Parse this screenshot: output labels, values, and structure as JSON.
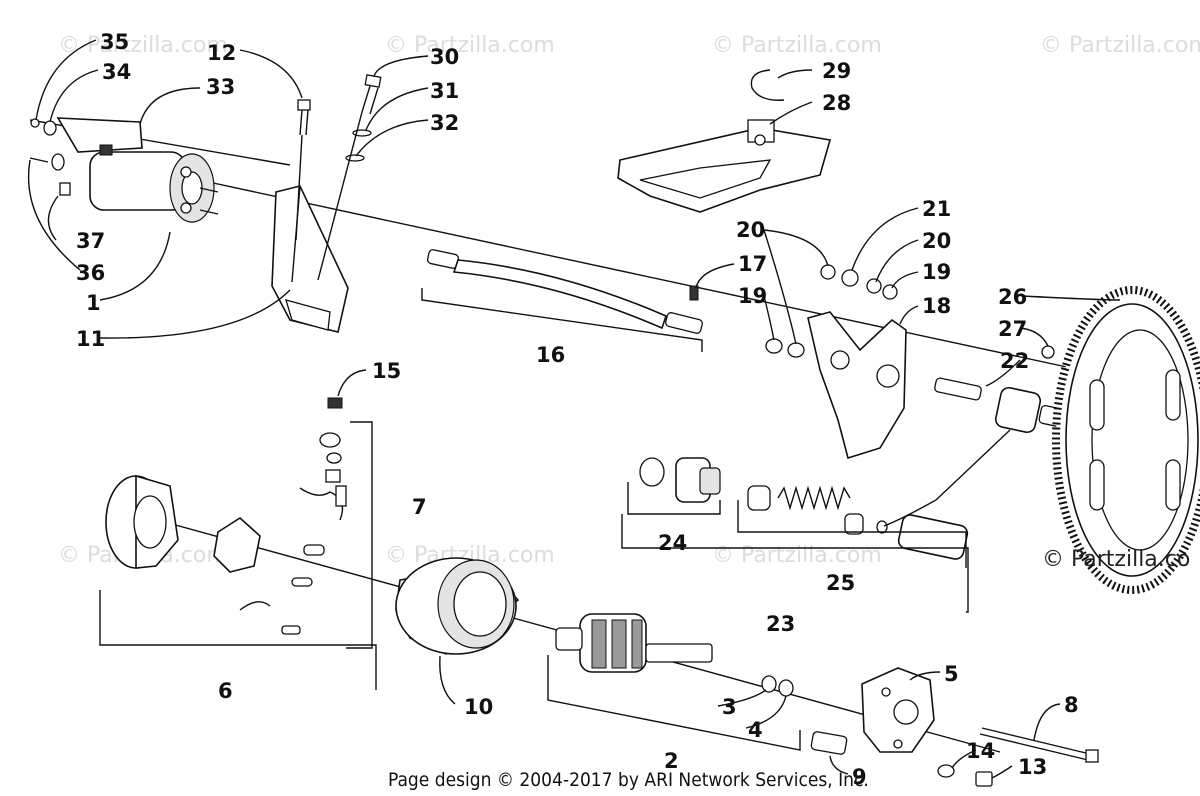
{
  "watermarks": [
    {
      "id": "wm1",
      "text": "© Partzilla.com"
    },
    {
      "id": "wm2",
      "text": "© Partzilla.com"
    },
    {
      "id": "wm3",
      "text": "© Partzilla.com"
    },
    {
      "id": "wm4",
      "text": "© Partzilla.com"
    },
    {
      "id": "wm5",
      "text": "© Partzilla.com"
    },
    {
      "id": "wm6",
      "text": "© Partzilla.com"
    },
    {
      "id": "wm7",
      "text": "© Partzilla.com"
    }
  ],
  "brand_mark": "© Partzilla.co",
  "footer": "Page design © 2004-2017 by ARI Network Services, Inc.",
  "callouts": [
    {
      "id": "c35",
      "label": "35"
    },
    {
      "id": "c34",
      "label": "34"
    },
    {
      "id": "c33",
      "label": "33"
    },
    {
      "id": "c12",
      "label": "12"
    },
    {
      "id": "c30",
      "label": "30"
    },
    {
      "id": "c31",
      "label": "31"
    },
    {
      "id": "c32",
      "label": "32"
    },
    {
      "id": "c29",
      "label": "29"
    },
    {
      "id": "c28",
      "label": "28"
    },
    {
      "id": "c21",
      "label": "21"
    },
    {
      "id": "c20a",
      "label": "20"
    },
    {
      "id": "c20b",
      "label": "20"
    },
    {
      "id": "c17",
      "label": "17"
    },
    {
      "id": "c19a",
      "label": "19"
    },
    {
      "id": "c19b",
      "label": "19"
    },
    {
      "id": "c18",
      "label": "18"
    },
    {
      "id": "c26",
      "label": "26"
    },
    {
      "id": "c27",
      "label": "27"
    },
    {
      "id": "c22",
      "label": "22"
    },
    {
      "id": "c37",
      "label": "37"
    },
    {
      "id": "c36",
      "label": "36"
    },
    {
      "id": "c1",
      "label": "1"
    },
    {
      "id": "c11",
      "label": "11"
    },
    {
      "id": "c16",
      "label": "16"
    },
    {
      "id": "c15",
      "label": "15"
    },
    {
      "id": "c7",
      "label": "7"
    },
    {
      "id": "c24",
      "label": "24"
    },
    {
      "id": "c25",
      "label": "25"
    },
    {
      "id": "c23",
      "label": "23"
    },
    {
      "id": "c6",
      "label": "6"
    },
    {
      "id": "c10",
      "label": "10"
    },
    {
      "id": "c5",
      "label": "5"
    },
    {
      "id": "c8",
      "label": "8"
    },
    {
      "id": "c3",
      "label": "3"
    },
    {
      "id": "c4",
      "label": "4"
    },
    {
      "id": "c2",
      "label": "2"
    },
    {
      "id": "c14",
      "label": "14"
    },
    {
      "id": "c13",
      "label": "13"
    },
    {
      "id": "c9",
      "label": "9"
    }
  ]
}
